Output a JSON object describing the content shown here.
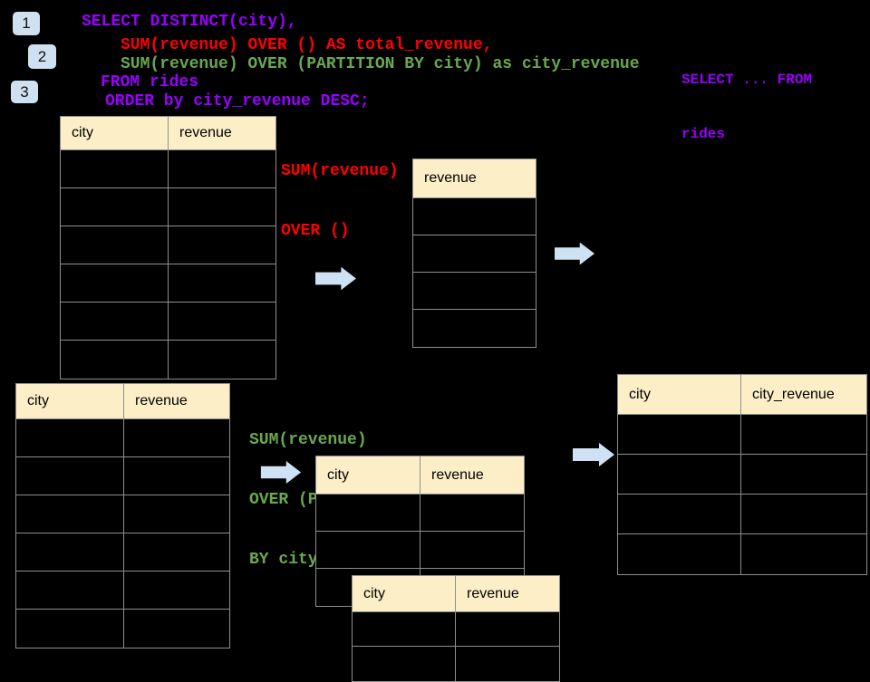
{
  "badges": [
    {
      "label": "1"
    },
    {
      "label": "2"
    },
    {
      "label": "3"
    }
  ],
  "sql_code": {
    "line1": "SELECT DISTINCT(city),",
    "line2": "SUM(revenue) OVER () AS total_revenue,",
    "line3": "SUM(revenue) OVER (PARTITION BY city) as city_revenue",
    "line4": "FROM rides",
    "line5": "ORDER by city_revenue DESC;"
  },
  "side_note": {
    "line1": "SELECT ... FROM",
    "line2": "rides"
  },
  "labels": {
    "total_window": {
      "line1": "SUM(revenue)",
      "line2": "OVER ()"
    },
    "partition_window": {
      "line1": "SUM(revenue)",
      "line2": "OVER (PARTITION",
      "line3": "BY city)"
    }
  },
  "tables": {
    "source_top": {
      "headers": [
        "city",
        "revenue"
      ]
    },
    "total_result": {
      "headers": [
        "revenue"
      ]
    },
    "source_bottom": {
      "headers": [
        "city",
        "revenue"
      ]
    },
    "partition_mid": {
      "headers": [
        "city",
        "revenue"
      ]
    },
    "partition_overlay": {
      "headers": [
        "city",
        "revenue"
      ]
    },
    "city_result": {
      "headers": [
        "city",
        "city_revenue"
      ]
    }
  },
  "icons": {
    "flow_arrow": "arrow-right"
  },
  "colors": {
    "bg": "#000000",
    "table_header_fill": "#fcefc7",
    "table_border": "#8f8f8f",
    "badge_fill": "#cfe0f1",
    "arrow_fill": "#cfe2f3",
    "sql_purple": "#9900ff",
    "sql_red": "#ff0000",
    "sql_green": "#6aa84f"
  }
}
